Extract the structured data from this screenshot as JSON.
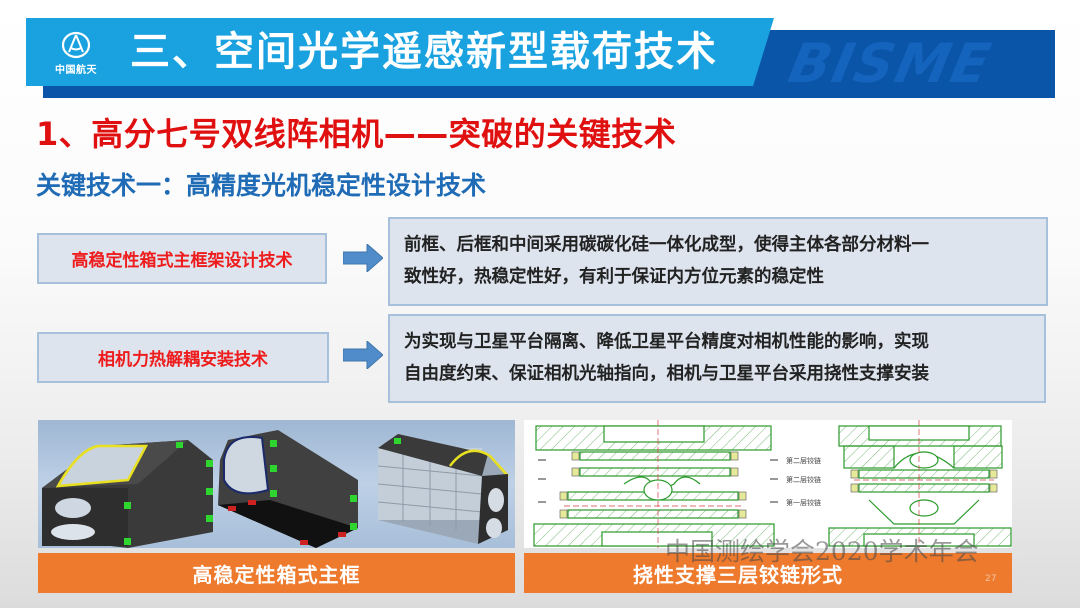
{
  "header": {
    "title": "三、空间光学遥感新型载荷技术",
    "logo_text": "中国航天",
    "brand_watermark": "BISME",
    "colors": {
      "light_band": "#1aa2e0",
      "dark_band": "#0a55a8"
    }
  },
  "section": {
    "heading": "1、高分七号双线阵相机——突破的关键技术",
    "subheading": "关键技术一：高精度光机稳定性设计技术",
    "heading_color": "#e01010",
    "subheading_color": "#1f6bb5"
  },
  "technologies": [
    {
      "name": "高稳定性箱式主框架设计技术",
      "description_lines": [
        "前框、后框和中间采用碳碳化硅一体化成型，使得主体各部分材料一",
        "致性好，热稳定性好，有利于保证内方位元素的稳定性"
      ]
    },
    {
      "name": "相机力热解耦安装技术",
      "description_lines": [
        "为实现与卫星平台隔离、降低卫星平台精度对相机性能的影响，实现",
        "自由度约束、保证相机光轴指向，相机与卫星平台采用挠性支撑安装"
      ]
    }
  ],
  "figures": [
    {
      "caption": "高稳定性箱式主框",
      "alt": "three 3D renderings of box-type main frame"
    },
    {
      "caption": "挠性支撑三层铰链形式",
      "alt": "cross-section drawings of flexible support hinges",
      "labels": [
        "第二层铰链",
        "第二层铰链",
        "第一层铰链"
      ]
    }
  ],
  "footer": {
    "watermark": "中国测绘学会2020学术年会",
    "page_number": "27"
  },
  "colors": {
    "caption_bg": "#ee7a2e",
    "box_bg": "#dde4ee",
    "box_border": "#a7c0dc",
    "arrow": "#4f8cc9"
  }
}
